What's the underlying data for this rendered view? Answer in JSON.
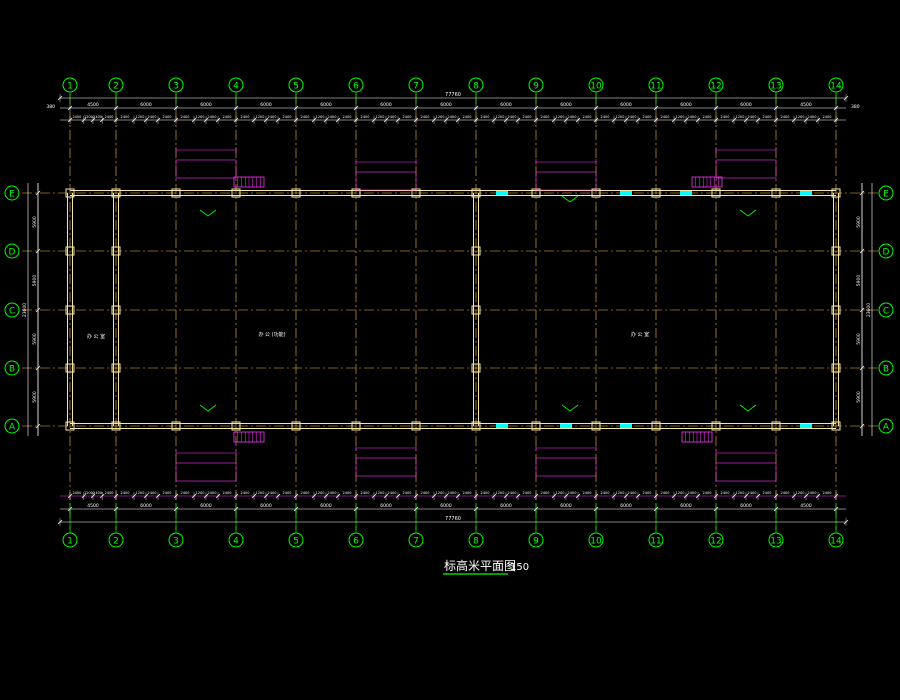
{
  "title": {
    "main": "标高米平面图",
    "scale": "150"
  },
  "axes": {
    "cols": [
      "1",
      "2",
      "3",
      "4",
      "5",
      "6",
      "7",
      "8",
      "9",
      "10",
      "11",
      "12",
      "13",
      "14"
    ],
    "rows": [
      "E",
      "D",
      "C",
      "B",
      "A"
    ]
  },
  "dims": {
    "top_total": "77760",
    "bottom_total": "77760",
    "top_bays": [
      "4500",
      "6000",
      "6000",
      "6000",
      "6000",
      "6000",
      "6000",
      "6000",
      "6000",
      "6000",
      "6000",
      "6000",
      "4500"
    ],
    "bottom_bays": [
      "4500",
      "6000",
      "6000",
      "6000",
      "6000",
      "6000",
      "6000",
      "6000",
      "6000",
      "6000",
      "6000",
      "6000",
      "4500"
    ],
    "side_edge": "380",
    "left_rows": [
      "5900",
      "5900",
      "5900",
      "5900"
    ],
    "left_total": "23600",
    "right_rows": [
      "5900",
      "5900",
      "5900",
      "5900"
    ],
    "right_total": "23600"
  },
  "room_labels": {
    "left": "办 公 室",
    "center": "办 公 (功能)",
    "right": "办 公 室"
  },
  "colors": {
    "background": "#000000",
    "axis_bubble": "#00ff00",
    "axis_line": "#ffbb33",
    "wall": "#f5e6a8",
    "dimension": "#ffffff",
    "accent": "#ff33ff",
    "text": "#ffffff",
    "title_underline": "#00ff00",
    "cyan": "#00ffff"
  }
}
